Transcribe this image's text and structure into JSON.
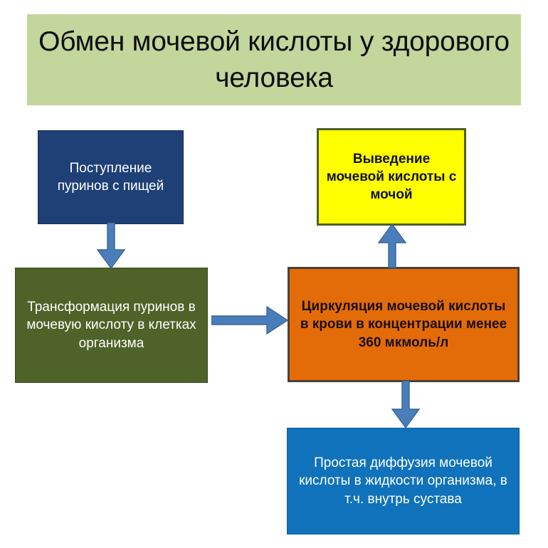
{
  "title": {
    "text": "Обмен мочевой кислоты у здорового человека",
    "background_color": "#c3d69b",
    "text_color": "#0d0d0d"
  },
  "diagram": {
    "type": "flowchart",
    "background_color": "#ffffff",
    "nodes": [
      {
        "id": "intake",
        "label": "Поступление пуринов с пищей",
        "fill": "#1f4076",
        "text_color": "#ffffff",
        "border": "#17304f"
      },
      {
        "id": "excretion",
        "label": "Выведение мочевой кислоты с мочой",
        "fill": "#ffff00",
        "text_color": "#111111",
        "border": "#4a6228"
      },
      {
        "id": "transform",
        "label": "Трансформация пуринов в мочевую кислоту в клетках организма",
        "fill": "#4f6228",
        "text_color": "#ffffff",
        "border": "#3c4a1e"
      },
      {
        "id": "circulation",
        "label": "Циркуляция мочевой кислоты в крови в концентрации менее 360 мкмоль/л",
        "fill": "#e36c09",
        "text_color": "#1a0d05",
        "border": "#4f4034"
      },
      {
        "id": "diffusion",
        "label": "Простая диффузия мочевой кислоты в жидкости организма, в т.ч. внутрь сустава",
        "fill": "#1072ba",
        "text_color": "#ffffff",
        "border": "#0d5c96"
      }
    ],
    "edges": [
      {
        "id": "intake-to-transform",
        "from": "intake",
        "to": "transform",
        "direction": "down",
        "color": "#4a7ebb"
      },
      {
        "id": "transform-to-circulation",
        "from": "transform",
        "to": "circulation",
        "direction": "right",
        "color": "#4a7ebb"
      },
      {
        "id": "circulation-to-excretion",
        "from": "circulation",
        "to": "excretion",
        "direction": "up",
        "color": "#4a7ebb"
      },
      {
        "id": "circulation-to-diffusion",
        "from": "circulation",
        "to": "diffusion",
        "direction": "down",
        "color": "#4a7ebb"
      }
    ]
  }
}
